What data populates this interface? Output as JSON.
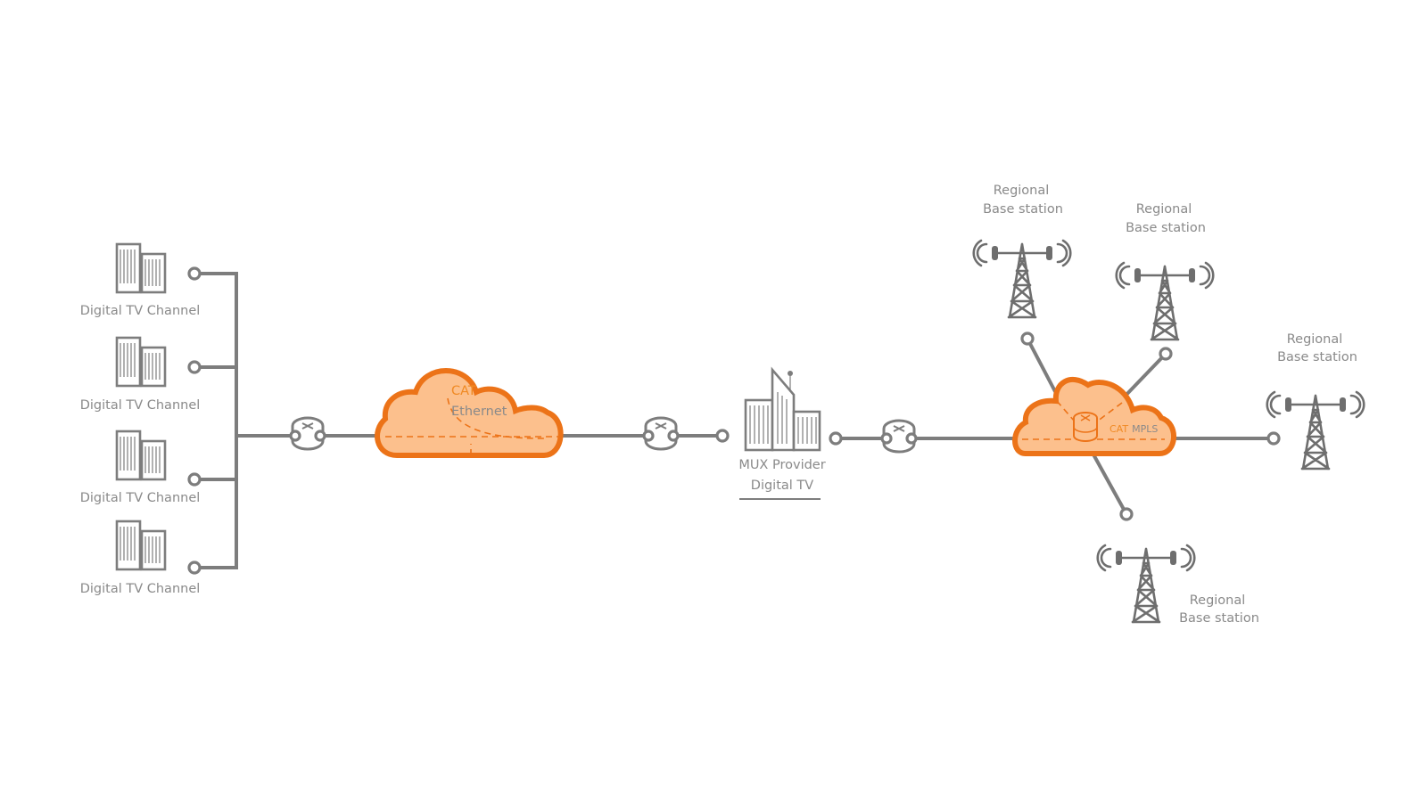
{
  "diagram": {
    "channels": [
      {
        "label": "Digital TV Channel"
      },
      {
        "label": "Digital TV Channel"
      },
      {
        "label": "Digital TV Channel"
      },
      {
        "label": "Digital TV Channel"
      }
    ],
    "ethernet_cloud": {
      "line1": "CAT",
      "line2": "Ethernet"
    },
    "mux": {
      "line1": "MUX Provider",
      "line2": "Digital TV"
    },
    "mpls_cloud": {
      "part1": "CAT",
      "part2": "MPLS"
    },
    "stations": [
      {
        "line1": "Regional",
        "line2": "Base station"
      },
      {
        "line1": "Regional",
        "line2": "Base station"
      },
      {
        "line1": "Regional",
        "line2": "Base station"
      },
      {
        "line1": "Regional",
        "line2": "Base station"
      }
    ],
    "colors": {
      "accent": "#ec7318",
      "cloud_fill": "#fcc08d",
      "line": "#7d7d7d",
      "text": "#8a8a8a"
    }
  }
}
